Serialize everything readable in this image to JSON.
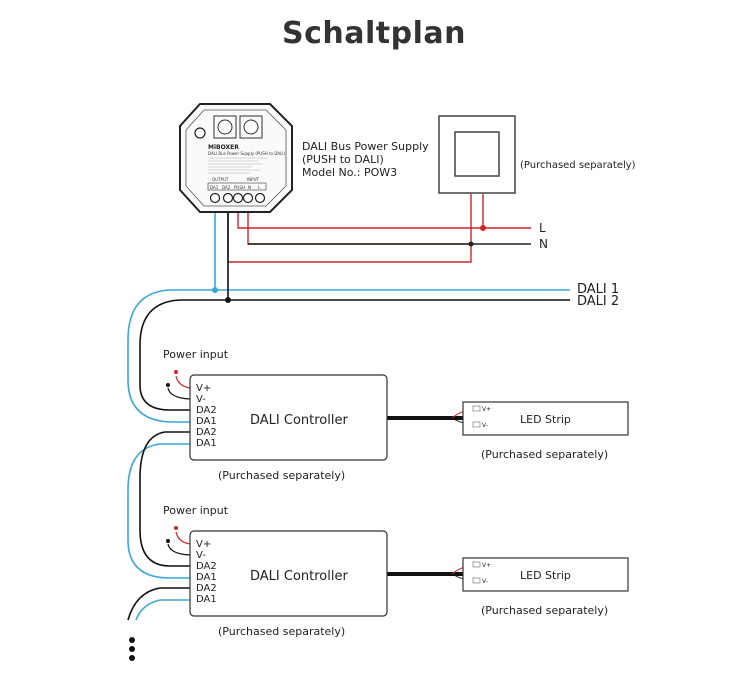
{
  "title": "Schaltplan",
  "power_supply": {
    "brand": "MiBOXER",
    "product_line": "DALI Bus Power Supply (PUSH to DALI)",
    "name_line1": "DALI Bus Power Supply",
    "name_line2": "(PUSH to DALI)",
    "model": "Model No.: POW3",
    "output_label": "OUTPUT",
    "input_label": "INPUT",
    "terminals": [
      "DA1",
      "DA2",
      "PUSH",
      "N",
      "L"
    ]
  },
  "push_switch": {
    "note": "(Purchased separately)"
  },
  "mains": {
    "l_label": "L",
    "n_label": "N"
  },
  "bus": {
    "dali1": "DALI 1",
    "dali2": "DALI 2"
  },
  "controllers": [
    {
      "power_input": "Power input",
      "name": "DALI Controller",
      "terminals": [
        "V+",
        "V-",
        "DA2",
        "DA1",
        "DA2",
        "DA1"
      ],
      "note": "(Purchased separately)"
    },
    {
      "power_input": "Power input",
      "name": "DALI Controller",
      "terminals": [
        "V+",
        "V-",
        "DA2",
        "DA1",
        "DA2",
        "DA1"
      ],
      "note": "(Purchased separately)"
    }
  ],
  "led_strips": [
    {
      "name": "LED Strip",
      "pins": [
        "V+",
        "V-"
      ],
      "note": "(Purchased separately)"
    },
    {
      "name": "LED Strip",
      "pins": [
        "V+",
        "V-"
      ],
      "note": "(Purchased separately)"
    }
  ],
  "colors": {
    "red": "#d0242a",
    "blue": "#3aa7d8",
    "black": "#111111"
  }
}
